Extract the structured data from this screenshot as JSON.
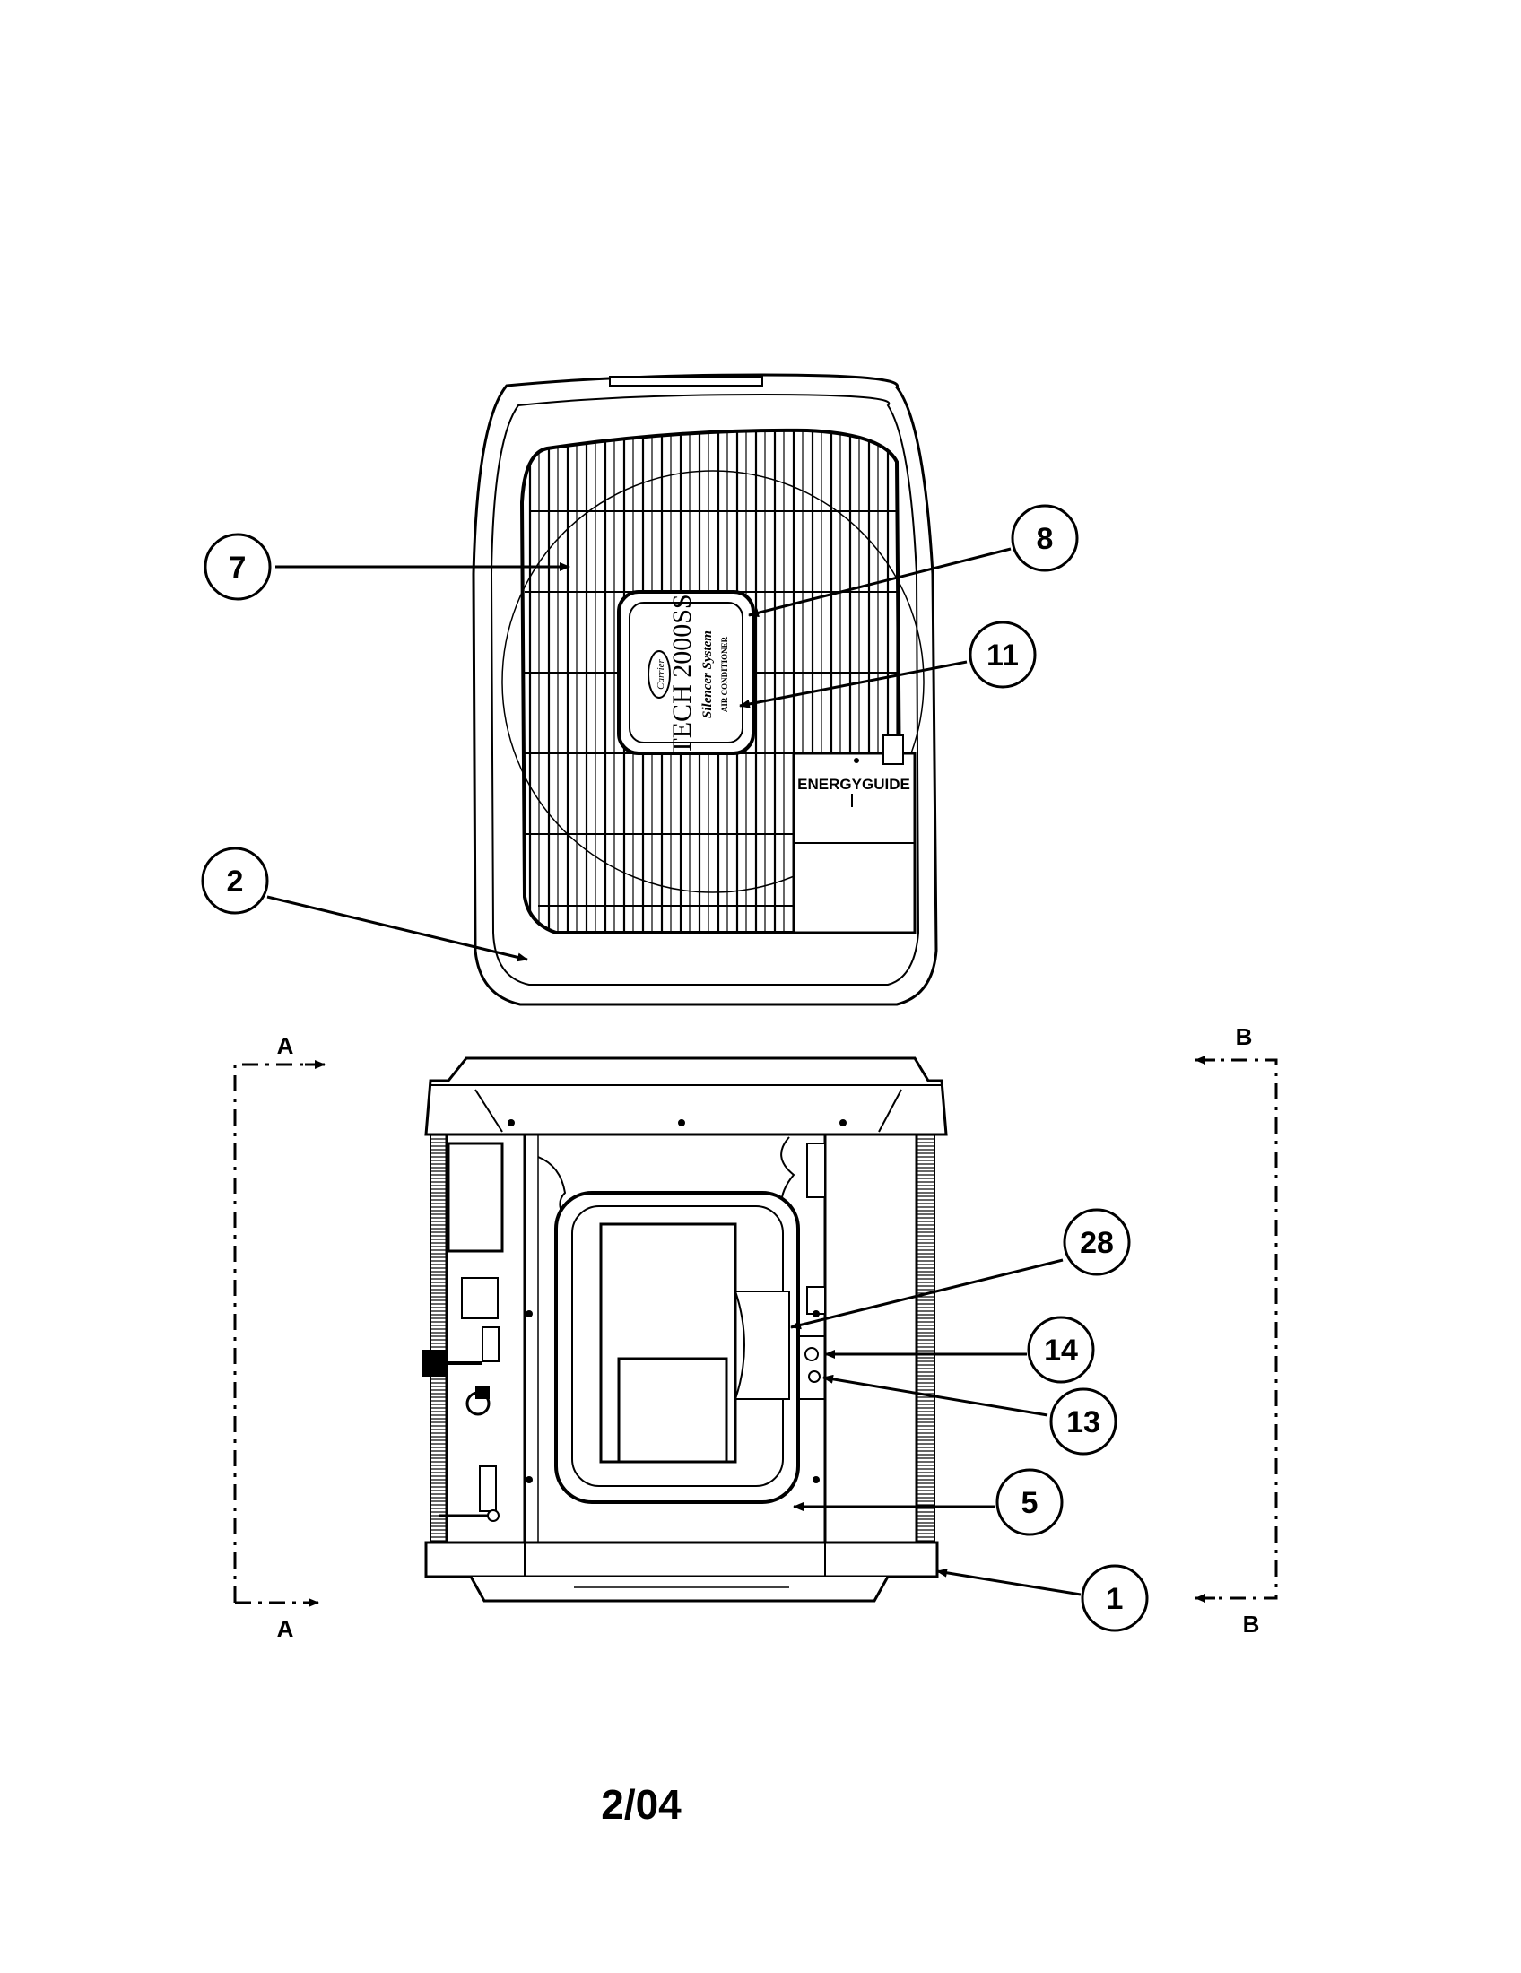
{
  "callouts": [
    {
      "id": "c7",
      "label": "7"
    },
    {
      "id": "c8",
      "label": "8"
    },
    {
      "id": "c11",
      "label": "11"
    },
    {
      "id": "c2",
      "label": "2"
    },
    {
      "id": "c28",
      "label": "28"
    },
    {
      "id": "c14",
      "label": "14"
    },
    {
      "id": "c13",
      "label": "13"
    },
    {
      "id": "c5",
      "label": "5"
    },
    {
      "id": "c1",
      "label": "1"
    }
  ],
  "sections": {
    "a": "A",
    "b": "B"
  },
  "badge": {
    "brand": "Carrier",
    "model": "TECH 2000SS",
    "line": "Silencer System",
    "caption": "AIR CONDITIONER"
  },
  "energy_label": "ENERGYGUIDE",
  "footer": "2/04"
}
